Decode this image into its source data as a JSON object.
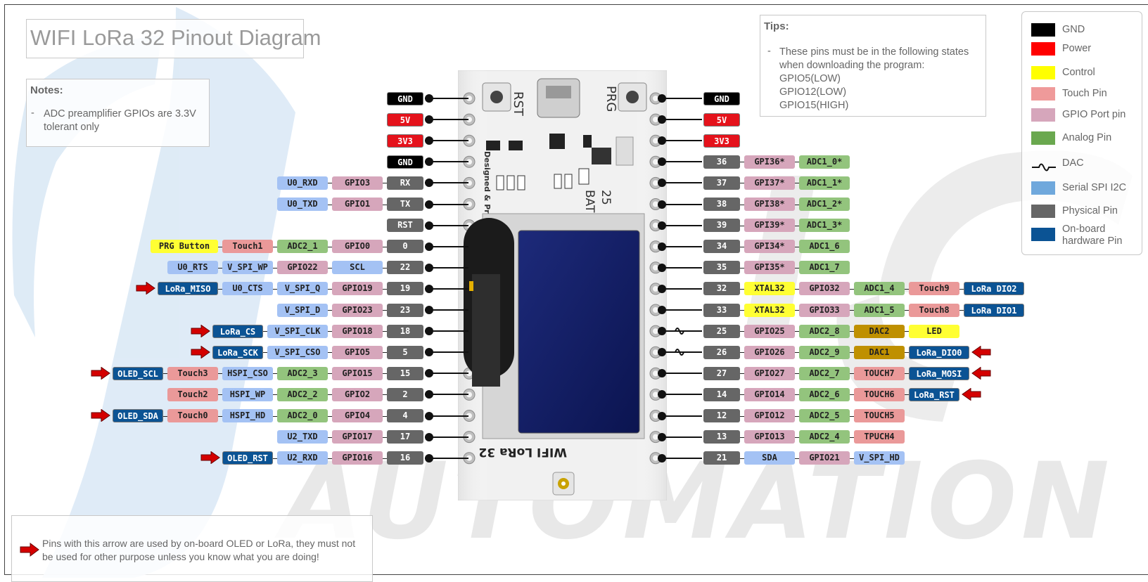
{
  "title": "WIFI LoRa 32 Pinout Diagram",
  "notes": {
    "heading": "Notes:",
    "items": [
      "ADC preamplifier GPIOs are 3.3V tolerant only"
    ]
  },
  "tips": {
    "heading": "Tips:",
    "items": [
      "These pins must be in the following states when downloading the program:"
    ],
    "states": [
      "GPIO5(LOW)",
      "GPIO12(LOW)",
      "GPIO15(HIGH)"
    ]
  },
  "legend": [
    {
      "label": "GND",
      "color": "#000000",
      "kind": "GND"
    },
    {
      "label": "Power",
      "color": "#ff0000",
      "kind": "Power"
    },
    {
      "label": "Control",
      "color": "#ffff00",
      "kind": "Control"
    },
    {
      "label": "Touch Pin",
      "color": "#ef9a9a",
      "kind": "Touch"
    },
    {
      "label": "GPIO Port pin",
      "color": "#d6a6bb",
      "kind": "GPIO"
    },
    {
      "label": "Analog Pin",
      "color": "#6aa84f",
      "kind": "Analog"
    },
    {
      "label": "DAC",
      "color": "",
      "kind": "DAC"
    },
    {
      "label": "Serial SPI I2C",
      "color": "#6fa8dc",
      "kind": "Serial"
    },
    {
      "label": "Physical Pin",
      "color": "#666666",
      "kind": "Physical"
    },
    {
      "label": "On-board hardware Pin",
      "color": "#0b5394",
      "kind": "Onboard"
    }
  ],
  "pin_styles": {
    "GND": {
      "bg": "#000000",
      "fg": "#ffffff"
    },
    "PWR": {
      "bg": "#e5121b",
      "fg": "#ffffff"
    },
    "PHY": {
      "bg": "#666666",
      "fg": "#ffffff"
    },
    "GPIO": {
      "bg": "#d6a6bb",
      "fg": "#222222"
    },
    "ADC": {
      "bg": "#93c47d",
      "fg": "#222222"
    },
    "SER": {
      "bg": "#a4c2f4",
      "fg": "#222222"
    },
    "TCH": {
      "bg": "#ea9999",
      "fg": "#222222"
    },
    "CTL": {
      "bg": "#ffff33",
      "fg": "#222222"
    },
    "HW": {
      "bg": "#0b5394",
      "fg": "#ffffff"
    },
    "DAC": {
      "bg": "#bf9000",
      "fg": "#222222"
    }
  },
  "board": {
    "silkscreen": [
      "RST",
      "PRG",
      "25",
      "BAT",
      "WIFI LoRa 32",
      "Designed & Produced by"
    ]
  },
  "left_pins": [
    {
      "pins": [
        {
          "text": "GND",
          "t": "GND"
        }
      ]
    },
    {
      "pins": [
        {
          "text": "5V",
          "t": "PWR"
        }
      ]
    },
    {
      "pins": [
        {
          "text": "3V3",
          "t": "PWR"
        }
      ]
    },
    {
      "pins": [
        {
          "text": "GND",
          "t": "GND"
        }
      ]
    },
    {
      "pins": [
        {
          "text": "RX",
          "t": "PHY"
        },
        {
          "text": "GPIO3",
          "t": "GPIO"
        },
        {
          "text": "U0_RXD",
          "t": "SER"
        }
      ]
    },
    {
      "pins": [
        {
          "text": "TX",
          "t": "PHY"
        },
        {
          "text": "GPIO1",
          "t": "GPIO"
        },
        {
          "text": "U0_TXD",
          "t": "SER"
        }
      ]
    },
    {
      "pins": [
        {
          "text": "RST",
          "t": "PHY"
        }
      ]
    },
    {
      "pins": [
        {
          "text": "0",
          "t": "PHY"
        },
        {
          "text": "GPIO0",
          "t": "GPIO"
        },
        {
          "text": "ADC2_1",
          "t": "ADC"
        },
        {
          "text": "Touch1",
          "t": "TCH"
        },
        {
          "text": "PRG Button",
          "t": "CTL"
        }
      ]
    },
    {
      "pins": [
        {
          "text": "22",
          "t": "PHY"
        },
        {
          "text": "SCL",
          "t": "SER"
        },
        {
          "text": "GPIO22",
          "t": "GPIO"
        },
        {
          "text": "V_SPI_WP",
          "t": "SER"
        },
        {
          "text": "U0_RTS",
          "t": "SER"
        }
      ]
    },
    {
      "pins": [
        {
          "text": "19",
          "t": "PHY"
        },
        {
          "text": "GPIO19",
          "t": "GPIO"
        },
        {
          "text": "V_SPI_Q",
          "t": "SER"
        },
        {
          "text": "U0_CTS",
          "t": "SER"
        },
        {
          "text": "LoRa_MISO",
          "t": "HW"
        }
      ],
      "arrow": true
    },
    {
      "pins": [
        {
          "text": "23",
          "t": "PHY"
        },
        {
          "text": "GPIO23",
          "t": "GPIO"
        },
        {
          "text": "V_SPI_D",
          "t": "SER"
        }
      ]
    },
    {
      "pins": [
        {
          "text": "18",
          "t": "PHY"
        },
        {
          "text": "GPIO18",
          "t": "GPIO"
        },
        {
          "text": "V_SPI_CLK",
          "t": "SER"
        },
        {
          "text": "LoRa_CS",
          "t": "HW"
        }
      ],
      "arrow": true
    },
    {
      "pins": [
        {
          "text": "5",
          "t": "PHY"
        },
        {
          "text": "GPIO5",
          "t": "GPIO"
        },
        {
          "text": "V_SPI_CSO",
          "t": "SER"
        },
        {
          "text": "LoRa_SCK",
          "t": "HW"
        }
      ],
      "arrow": true
    },
    {
      "pins": [
        {
          "text": "15",
          "t": "PHY"
        },
        {
          "text": "GPIO15",
          "t": "GPIO"
        },
        {
          "text": "ADC2_3",
          "t": "ADC"
        },
        {
          "text": "HSPI_CSO",
          "t": "SER"
        },
        {
          "text": "Touch3",
          "t": "TCH"
        },
        {
          "text": "OLED_SCL",
          "t": "HW"
        }
      ],
      "arrow": true
    },
    {
      "pins": [
        {
          "text": "2",
          "t": "PHY"
        },
        {
          "text": "GPIO2",
          "t": "GPIO"
        },
        {
          "text": "ADC2_2",
          "t": "ADC"
        },
        {
          "text": "HSPI_WP",
          "t": "SER"
        },
        {
          "text": "Touch2",
          "t": "TCH"
        }
      ]
    },
    {
      "pins": [
        {
          "text": "4",
          "t": "PHY"
        },
        {
          "text": "GPIO4",
          "t": "GPIO"
        },
        {
          "text": "ADC2_0",
          "t": "ADC"
        },
        {
          "text": "HSPI_HD",
          "t": "SER"
        },
        {
          "text": "Touch0",
          "t": "TCH"
        },
        {
          "text": "OLED_SDA",
          "t": "HW"
        }
      ],
      "arrow": true
    },
    {
      "pins": [
        {
          "text": "17",
          "t": "PHY"
        },
        {
          "text": "GPIO17",
          "t": "GPIO"
        },
        {
          "text": "U2_TXD",
          "t": "SER"
        }
      ]
    },
    {
      "pins": [
        {
          "text": "16",
          "t": "PHY"
        },
        {
          "text": "GPIO16",
          "t": "GPIO"
        },
        {
          "text": "U2_RXD",
          "t": "SER"
        },
        {
          "text": "OLED_RST",
          "t": "HW"
        }
      ],
      "arrow": true
    }
  ],
  "right_pins": [
    {
      "pins": [
        {
          "text": "GND",
          "t": "GND"
        }
      ]
    },
    {
      "pins": [
        {
          "text": "5V",
          "t": "PWR"
        }
      ]
    },
    {
      "pins": [
        {
          "text": "3V3",
          "t": "PWR"
        }
      ]
    },
    {
      "pins": [
        {
          "text": "36",
          "t": "PHY"
        },
        {
          "text": "GPI36*",
          "t": "GPIO"
        },
        {
          "text": "ADC1_0*",
          "t": "ADC"
        }
      ]
    },
    {
      "pins": [
        {
          "text": "37",
          "t": "PHY"
        },
        {
          "text": "GPI37*",
          "t": "GPIO"
        },
        {
          "text": "ADC1_1*",
          "t": "ADC"
        }
      ]
    },
    {
      "pins": [
        {
          "text": "38",
          "t": "PHY"
        },
        {
          "text": "GPI38*",
          "t": "GPIO"
        },
        {
          "text": "ADC1_2*",
          "t": "ADC"
        }
      ]
    },
    {
      "pins": [
        {
          "text": "39",
          "t": "PHY"
        },
        {
          "text": "GPI39*",
          "t": "GPIO"
        },
        {
          "text": "ADC1_3*",
          "t": "ADC"
        }
      ]
    },
    {
      "pins": [
        {
          "text": "34",
          "t": "PHY"
        },
        {
          "text": "GPI34*",
          "t": "GPIO"
        },
        {
          "text": "ADC1_6",
          "t": "ADC"
        }
      ]
    },
    {
      "pins": [
        {
          "text": "35",
          "t": "PHY"
        },
        {
          "text": "GPI35*",
          "t": "GPIO"
        },
        {
          "text": "ADC1_7",
          "t": "ADC"
        }
      ]
    },
    {
      "pins": [
        {
          "text": "32",
          "t": "PHY"
        },
        {
          "text": "XTAL32",
          "t": "CTL"
        },
        {
          "text": "GPIO32",
          "t": "GPIO"
        },
        {
          "text": "ADC1_4",
          "t": "ADC"
        },
        {
          "text": "Touch9",
          "t": "TCH"
        },
        {
          "text": "LoRa DIO2",
          "t": "HW"
        }
      ]
    },
    {
      "pins": [
        {
          "text": "33",
          "t": "PHY"
        },
        {
          "text": "XTAL32",
          "t": "CTL"
        },
        {
          "text": "GPIO33",
          "t": "GPIO"
        },
        {
          "text": "ADC1_5",
          "t": "ADC"
        },
        {
          "text": "Touch8",
          "t": "TCH"
        },
        {
          "text": "LoRa DIO1",
          "t": "HW"
        }
      ]
    },
    {
      "pins": [
        {
          "text": "25",
          "t": "PHY"
        },
        {
          "text": "GPIO25",
          "t": "GPIO"
        },
        {
          "text": "ADC2_8",
          "t": "ADC"
        },
        {
          "text": "DAC2",
          "t": "DAC"
        },
        {
          "text": "LED",
          "t": "CTL"
        }
      ],
      "dac": true
    },
    {
      "pins": [
        {
          "text": "26",
          "t": "PHY"
        },
        {
          "text": "GPIO26",
          "t": "GPIO"
        },
        {
          "text": "ADC2_9",
          "t": "ADC"
        },
        {
          "text": "DAC1",
          "t": "DAC"
        },
        {
          "text": "LoRa_DIO0",
          "t": "HW"
        }
      ],
      "dac": true,
      "arrow": true
    },
    {
      "pins": [
        {
          "text": "27",
          "t": "PHY"
        },
        {
          "text": "GPIO27",
          "t": "GPIO"
        },
        {
          "text": "ADC2_7",
          "t": "ADC"
        },
        {
          "text": "TOUCH7",
          "t": "TCH"
        },
        {
          "text": "LoRa_MOSI",
          "t": "HW"
        }
      ],
      "arrow": true
    },
    {
      "pins": [
        {
          "text": "14",
          "t": "PHY"
        },
        {
          "text": "GPIO14",
          "t": "GPIO"
        },
        {
          "text": "ADC2_6",
          "t": "ADC"
        },
        {
          "text": "TOUCH6",
          "t": "TCH"
        },
        {
          "text": "LoRa_RST",
          "t": "HW"
        }
      ],
      "arrow": true
    },
    {
      "pins": [
        {
          "text": "12",
          "t": "PHY"
        },
        {
          "text": "GPIO12",
          "t": "GPIO"
        },
        {
          "text": "ADC2_5",
          "t": "ADC"
        },
        {
          "text": "TOUCH5",
          "t": "TCH"
        }
      ]
    },
    {
      "pins": [
        {
          "text": "13",
          "t": "PHY"
        },
        {
          "text": "GPIO13",
          "t": "GPIO"
        },
        {
          "text": "ADC2_4",
          "t": "ADC"
        },
        {
          "text": "TPUCH4",
          "t": "TCH"
        }
      ]
    },
    {
      "pins": [
        {
          "text": "21",
          "t": "PHY"
        },
        {
          "text": "SDA",
          "t": "SER"
        },
        {
          "text": "GPIO21",
          "t": "GPIO"
        },
        {
          "text": "V_SPI_HD",
          "t": "SER"
        }
      ]
    }
  ],
  "warning": {
    "text": "Pins with this arrow are used by on-board OLED or LoRa, they must not be used for other purpose unless you know what you are doing!"
  }
}
